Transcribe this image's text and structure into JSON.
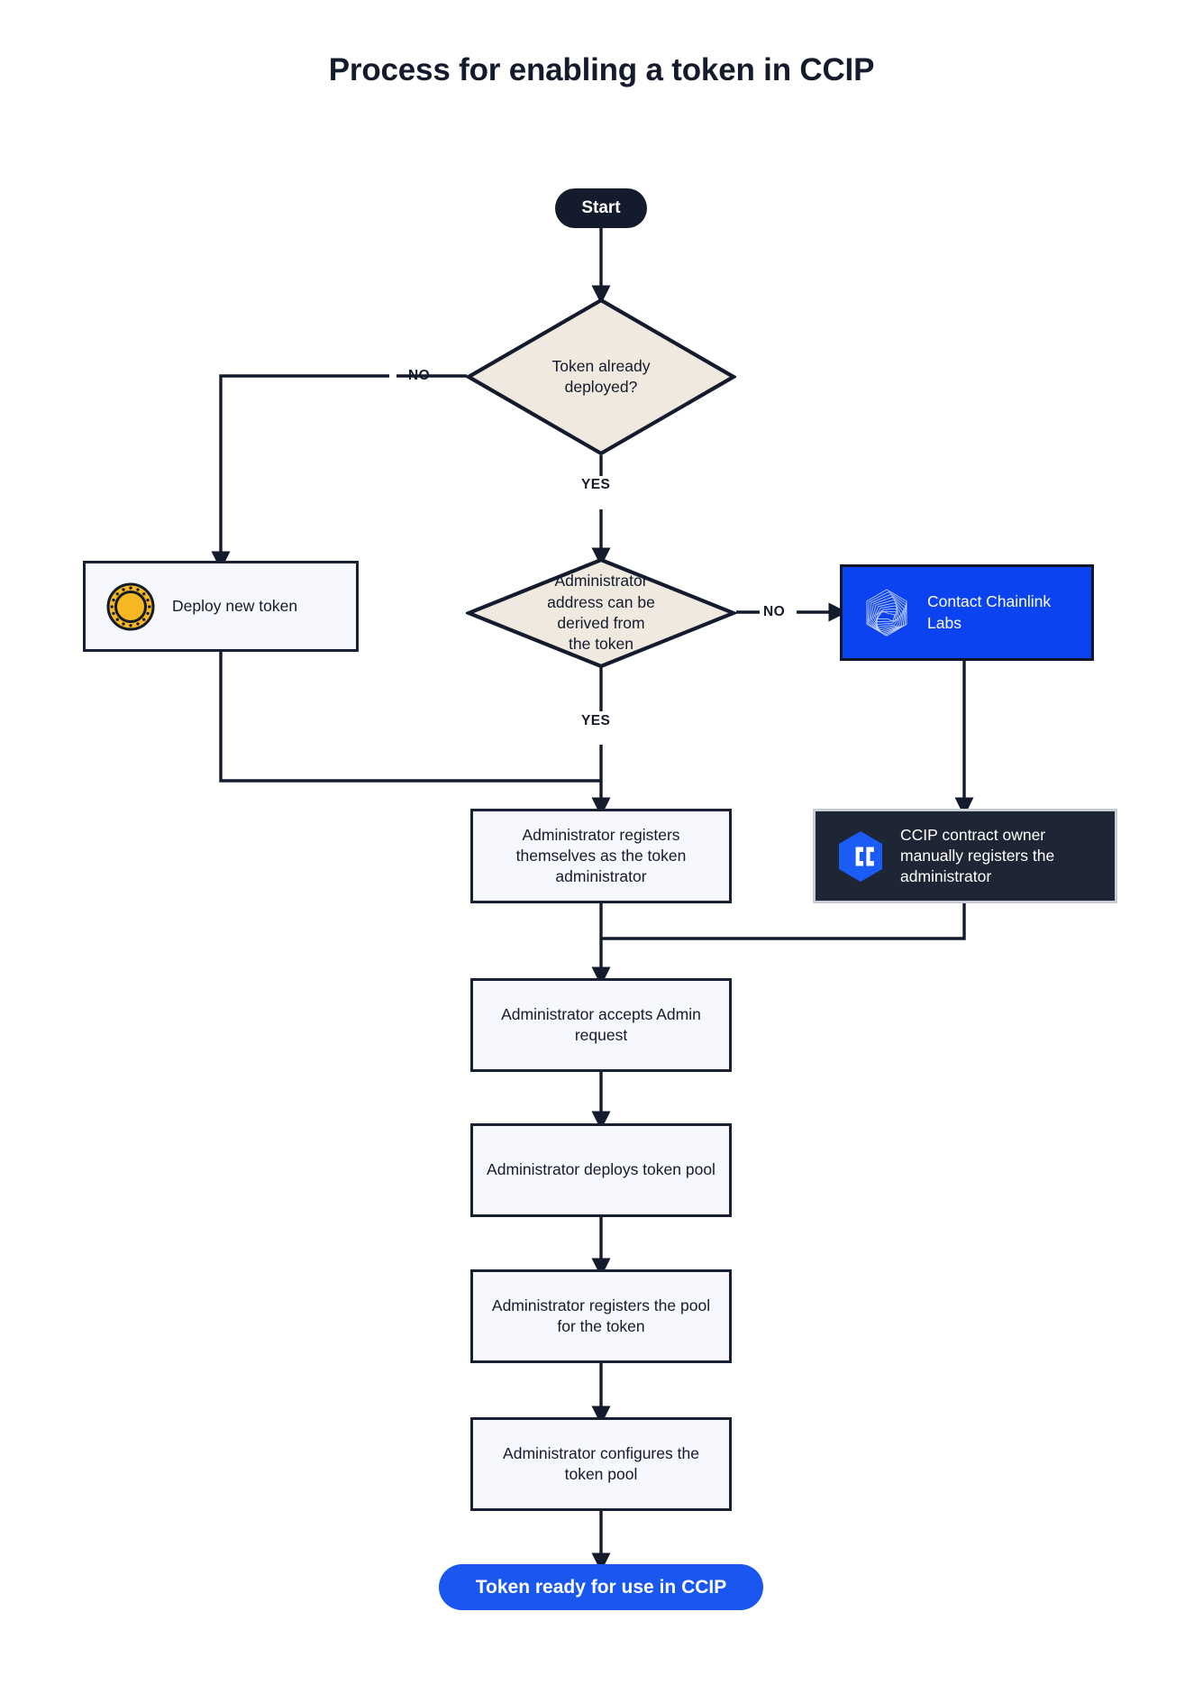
{
  "title": "Process for enabling a token in CCIP",
  "colors": {
    "page_background": "#ffffff",
    "ink": "#141b2d",
    "box_fill": "#f6f8fd",
    "box_border": "#182034",
    "diamond_fill": "#efe9df",
    "diamond_border": "#141b2d",
    "brand_blue": "#0c43f0",
    "end_blue": "#1a56f0",
    "dark_navy": "#1e2535",
    "coin_gold": "#f5b722"
  },
  "nodes": {
    "start": {
      "label": "Start",
      "shape": "terminator"
    },
    "decision_deployed": {
      "label": "Token already deployed?",
      "shape": "decision"
    },
    "deploy_new_token": {
      "label": "Deploy new token",
      "shape": "process",
      "icon": "gold-coin-icon"
    },
    "decision_admin_derived": {
      "label": "Administrator address can be derived from the token",
      "shape": "decision"
    },
    "contact_chainlink": {
      "label": "Contact Chainlink Labs",
      "shape": "process",
      "icon": "chainlink-labs-logo-icon"
    },
    "ccip_owner_registers": {
      "label": "CCIP contract owner manually registers the administrator",
      "shape": "process",
      "icon": "ccip-logo-icon"
    },
    "admin_registers_self": {
      "label": "Administrator registers themselves as the token administrator",
      "shape": "process"
    },
    "admin_accepts": {
      "label": "Administrator accepts Admin request",
      "shape": "process"
    },
    "admin_deploys_pool": {
      "label": "Administrator deploys token pool",
      "shape": "process"
    },
    "admin_registers_pool": {
      "label": "Administrator registers the pool for the token",
      "shape": "process"
    },
    "admin_configures_pool": {
      "label": "Administrator configures the token pool",
      "shape": "process"
    },
    "end": {
      "label": "Token ready for use in CCIP",
      "shape": "terminator"
    }
  },
  "edge_labels": {
    "deployed_no": "NO",
    "deployed_yes": "YES",
    "derived_no": "NO",
    "derived_yes": "YES"
  },
  "chart_data": {
    "type": "flowchart",
    "title": "Process for enabling a token in CCIP",
    "orientation": "top-to-bottom",
    "steps": [
      "Start",
      "Token already deployed?",
      "Deploy new token",
      "Administrator address can be derived from the token",
      "Contact Chainlink Labs",
      "CCIP contract owner manually registers the administrator",
      "Administrator registers themselves as the token administrator",
      "Administrator accepts Admin request",
      "Administrator deploys token pool",
      "Administrator registers the pool for the token",
      "Administrator configures the token pool",
      "Token ready for use in CCIP"
    ],
    "edges": [
      {
        "from": "Start",
        "to": "Token already deployed?",
        "label": ""
      },
      {
        "from": "Token already deployed?",
        "to": "Deploy new token",
        "label": "NO"
      },
      {
        "from": "Token already deployed?",
        "to": "Administrator address can be derived from the token",
        "label": "YES"
      },
      {
        "from": "Deploy new token",
        "to": "Administrator registers themselves as the token administrator",
        "label": ""
      },
      {
        "from": "Administrator address can be derived from the token",
        "to": "Contact Chainlink Labs",
        "label": "NO"
      },
      {
        "from": "Administrator address can be derived from the token",
        "to": "Administrator registers themselves as the token administrator",
        "label": "YES"
      },
      {
        "from": "Contact Chainlink Labs",
        "to": "CCIP contract owner manually registers the administrator",
        "label": ""
      },
      {
        "from": "Administrator registers themselves as the token administrator",
        "to": "Administrator accepts Admin request",
        "label": ""
      },
      {
        "from": "CCIP contract owner manually registers the administrator",
        "to": "Administrator accepts Admin request",
        "label": ""
      },
      {
        "from": "Administrator accepts Admin request",
        "to": "Administrator deploys token pool",
        "label": ""
      },
      {
        "from": "Administrator deploys token pool",
        "to": "Administrator registers the pool for the token",
        "label": ""
      },
      {
        "from": "Administrator registers the pool for the token",
        "to": "Administrator configures the token pool",
        "label": ""
      },
      {
        "from": "Administrator configures the token pool",
        "to": "Token ready for use in CCIP",
        "label": ""
      }
    ]
  }
}
